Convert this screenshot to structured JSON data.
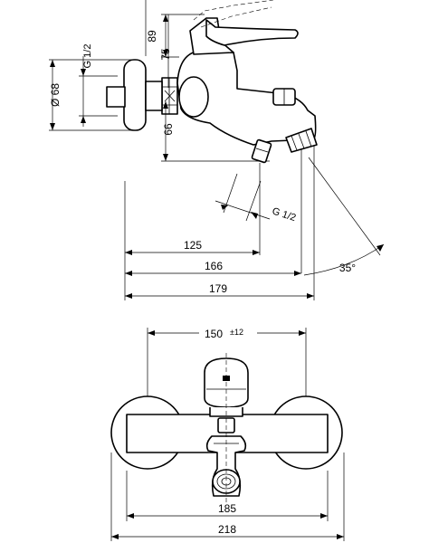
{
  "side_view": {
    "dimensions": {
      "height_top": "89",
      "height_lever": "75",
      "height_below": "66",
      "diameter": "Ø 68",
      "thread_inlet": "G 1/2",
      "thread_outlet": "G 1/2",
      "spout_angle": "35°",
      "depth_outlet": "125",
      "depth_spout": "166",
      "depth_total": "179"
    }
  },
  "front_view": {
    "dimensions": {
      "center_distance": "150",
      "center_tolerance": "±12",
      "width_body": "185",
      "width_total": "218"
    }
  }
}
